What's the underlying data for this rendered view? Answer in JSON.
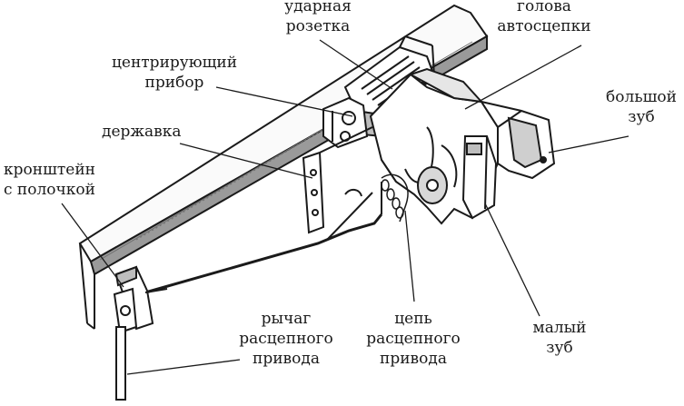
{
  "labels": {
    "strike_socket": [
      "ударная",
      "розетка"
    ],
    "coupler_head": [
      "голова",
      "автосцепки"
    ],
    "centering_device": [
      "центрирующий",
      "прибор"
    ],
    "large_tooth": [
      "большой",
      "зуб"
    ],
    "holder": [
      "державка"
    ],
    "bracket": [
      "кронштейн",
      "с полочкой"
    ],
    "uncoupling_lever": [
      "рычаг",
      "расцепного",
      "привода"
    ],
    "uncoupling_chain": [
      "цепь",
      "расцепного",
      "привода"
    ],
    "small_tooth": [
      "малый",
      "зуб"
    ]
  },
  "colors": {
    "ink": "#1a1a1a",
    "shade": "#6f6f6f",
    "background": "#ffffff"
  }
}
